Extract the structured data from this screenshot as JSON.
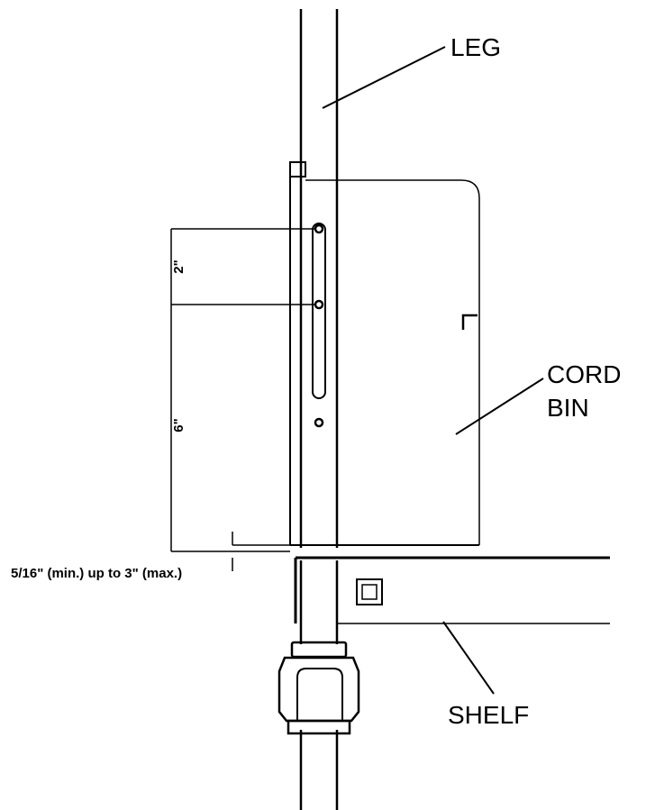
{
  "labels": {
    "leg": "LEG",
    "cord_bin_line1": "CORD",
    "cord_bin_line2": "BIN",
    "shelf": "SHELF"
  },
  "dimensions": {
    "upper": "2\"",
    "lower": "6\"",
    "gap": "5/16\" (min.) up to 3\" (max.)"
  }
}
